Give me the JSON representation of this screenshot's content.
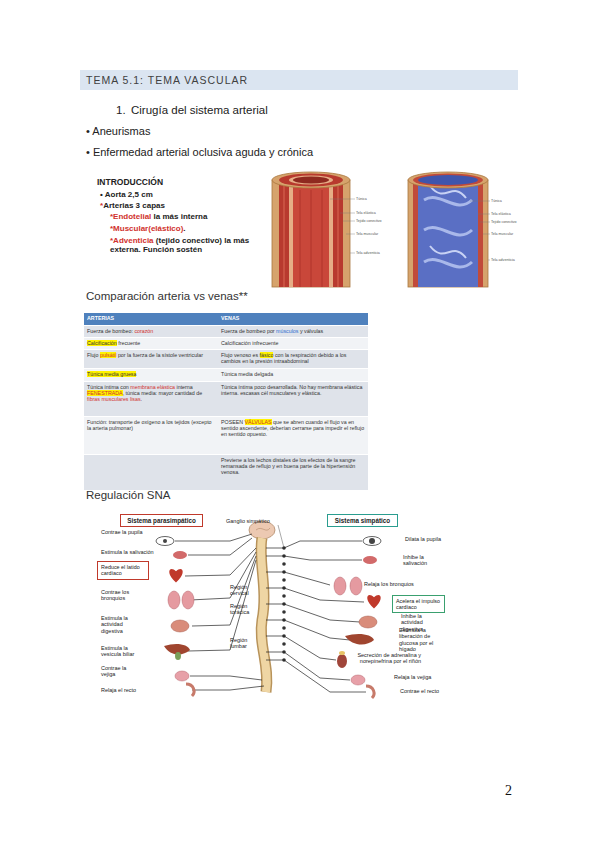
{
  "diagram": {
    "nodes": [
      {
        "text": [
          "TEMA 5.1: TEMA VASCULAR"
        ]
      },
      {
        "text": [
          "Sistema parasimpático"
        ]
      },
      {
        "text": [
          "Reduce el latido cardíaco"
        ]
      },
      {
        "text": [
          "Sistema simpático"
        ]
      },
      {
        "text": [
          "Acelera el impulso cardíaco"
        ]
      }
    ],
    "labels": [
      "1.",
      "Cirugía del sistema arterial",
      "• Aneurismas",
      "• Enfermedad arterial oclusiva aguda y crónica",
      "INTRODUCCIÓN",
      "• Aorta 2,5 cm",
      "*Arterias 3 capas",
      "*Endotelial la más interna",
      "*Muscular(elástico).",
      "*Adventicia (tejido conectivo) la más externa. Función sostén",
      "Túnica",
      "Tela elástica",
      "Tejido conectivo",
      "Tela muscular",
      "Tela adventicia",
      "Túnica",
      "Tela elástica",
      "Tejido conectivo",
      "Tela muscular",
      "Tela adventicia",
      "Comparación arteria vs venas**",
      "ARTERIAS",
      "VENAS",
      "Fuerza de bombeo: corazón",
      "Fuerza de bombeo por músculos y válvulas",
      "Calcificación frecuente",
      "Calcificación infrecuente",
      "Flujo pulsátil por la fuerza de la sístole ventricular",
      "Flujo venoso es fásico con la respiración debido a los cambios en la presión intraabdominal",
      "Túnica media gruesa",
      "Túnica media delgada",
      "Túnica íntima con membrana elástica interna FENESTRADA, túnica media: mayor cantidad de fibras musculares lisas.",
      "Túnica íntima poco desarrollada. No hay membrana elástica interna. escasas cél musculares y elástica.",
      "Función: transporte de oxígeno a los tejidos (excepto la arteria pulmonar)",
      "POSEEN VÁLVULAS que se abren cuando el flujo va en sentido ascendente, deberían cerrarse para impedir el reflujo en sentido opuesto.",
      "Previene a los lechos distales de los efectos de la sangre remansada de reflujo y en buena parte de la hipertensión venosa.",
      "Regulación SNA",
      "Contrae la pupila",
      "Estimula la salivación",
      "Contrae los bronquios",
      "Estimula la actividad digestiva",
      "Estimula la vesícula biliar",
      "Contrae la vejiga",
      "Relaja el recto",
      "Ganglio simpático",
      "Región cervical",
      "Región torácica",
      "Región lumbar",
      "Dilata la pupila",
      "Inhibe la salivación",
      "Relaja los bronquios",
      "Inhibe la actividad digestiva",
      "Estimula la liberación de glucosa por el hígado",
      "Secreción de adrenalina y norepinefrina por el riñón",
      "Relaja la vejiga",
      "Contrae el recto",
      "2"
    ]
  }
}
